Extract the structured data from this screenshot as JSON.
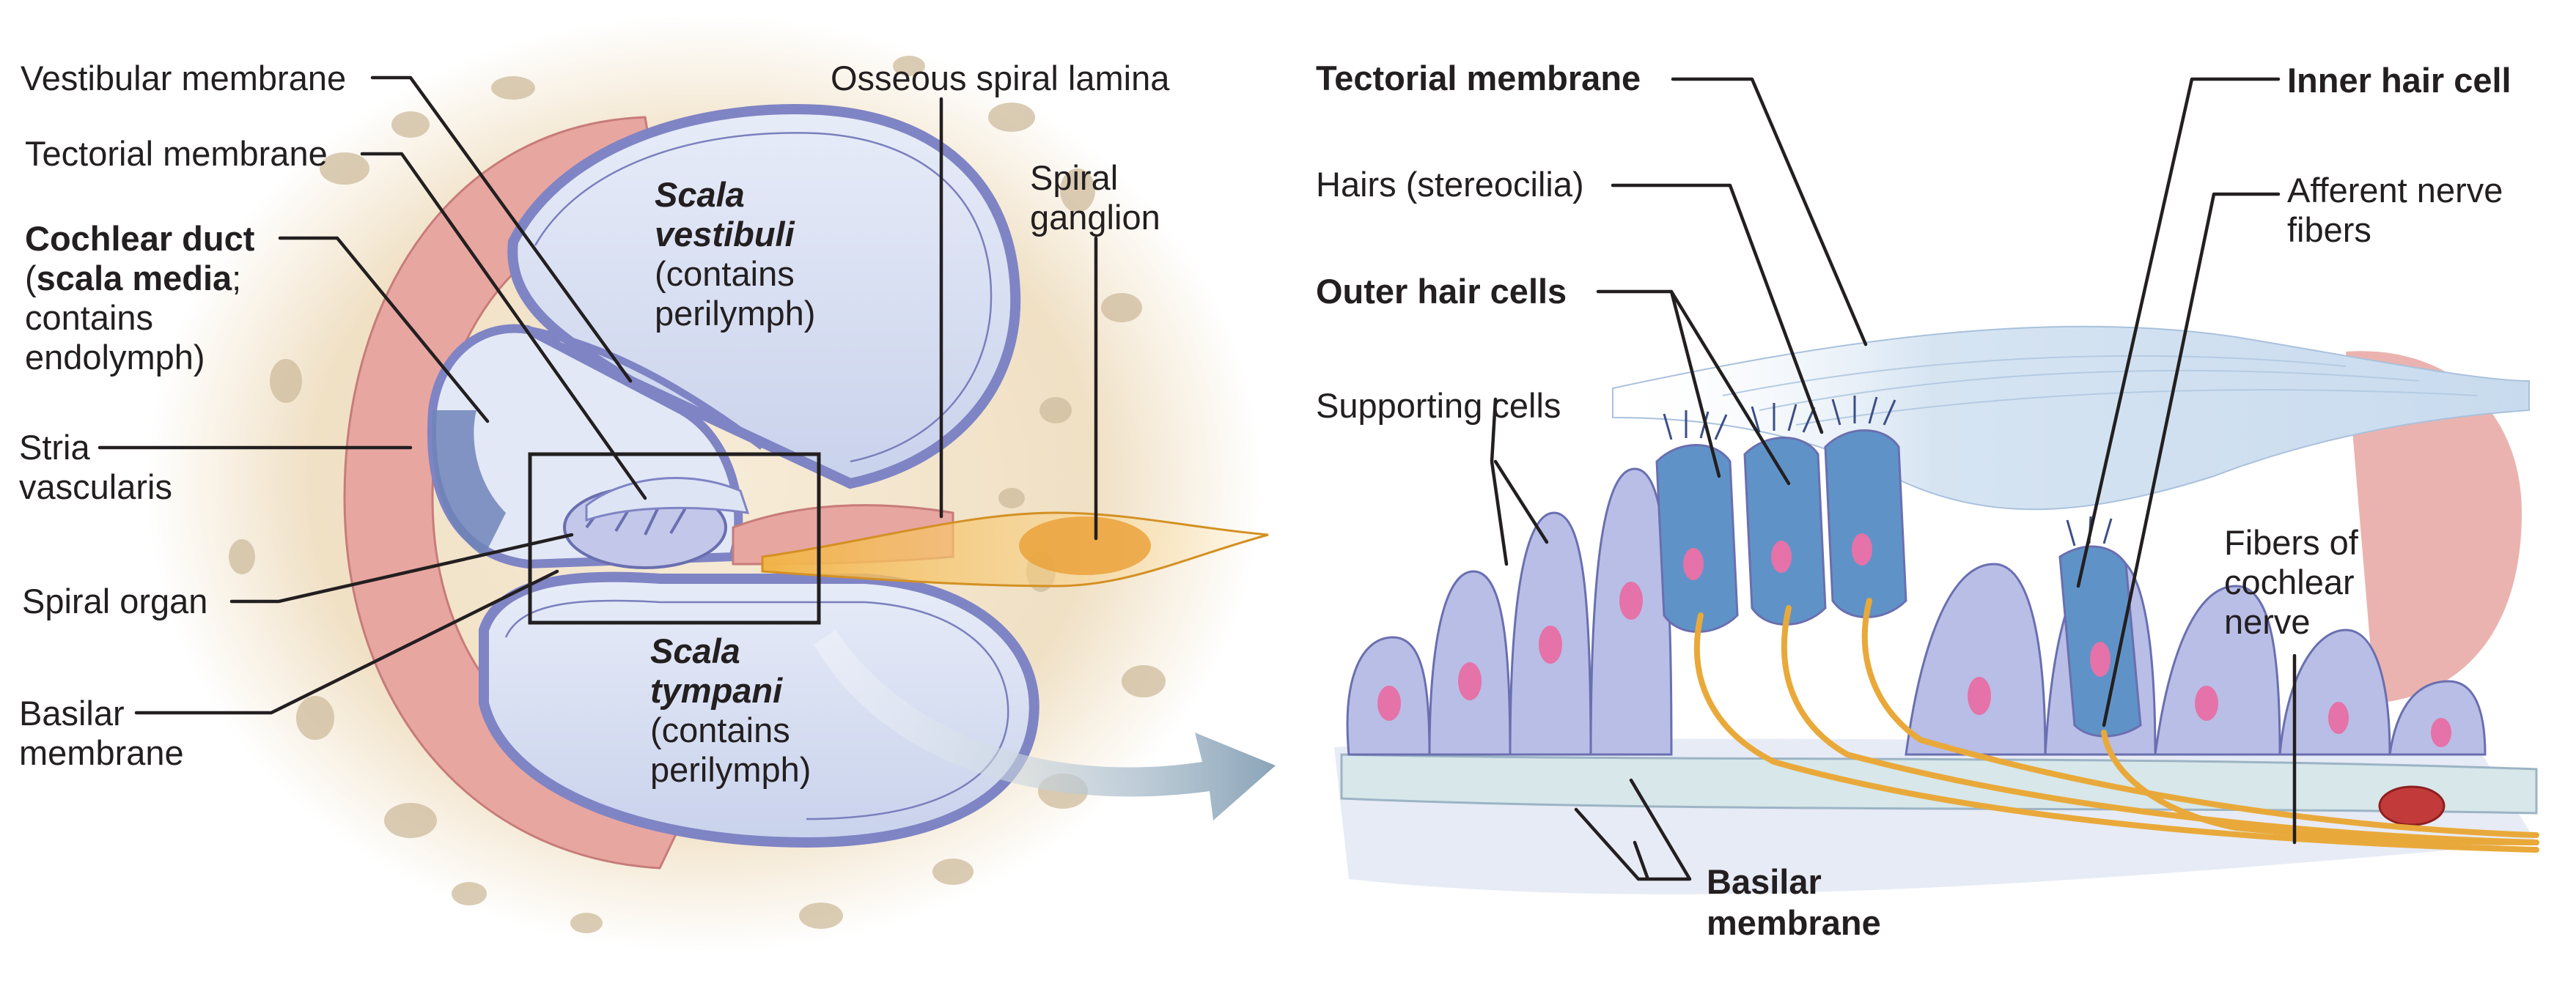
{
  "left_panel": {
    "vestibular_membrane": "Vestibular membrane",
    "tectorial_membrane": "Tectorial membrane",
    "cochlear_duct": {
      "line1_bold": "Cochlear duct",
      "line2_open": "(",
      "line2_bold": "scala media",
      "line2_rest": ";",
      "line3": "contains",
      "line4": "endolymph)"
    },
    "stria_vascularis": {
      "line1": "Stria",
      "line2": "vascularis"
    },
    "spiral_organ": "Spiral organ",
    "basilar_membrane": {
      "line1": "Basilar",
      "line2": "membrane"
    },
    "scala_vestibuli": {
      "line1": "Scala",
      "line2": "vestibuli",
      "line3": "(contains",
      "line4": "perilymph)"
    },
    "scala_tympani": {
      "line1": "Scala",
      "line2": "tympani",
      "line3": "(contains",
      "line4": "perilymph)"
    },
    "osseous_spiral_lamina": "Osseous spiral lamina",
    "spiral_ganglion": {
      "line1": "Spiral",
      "line2": "ganglion"
    }
  },
  "right_panel": {
    "tectorial_membrane": "Tectorial membrane",
    "hairs": "Hairs (stereocilia)",
    "outer_hair_cells": "Outer hair cells",
    "supporting_cells": "Supporting cells",
    "inner_hair_cell": "Inner hair cell",
    "afferent_nerve_fibers": {
      "line1": "Afferent nerve",
      "line2": "fibers"
    },
    "fibers_cochlear_nerve": {
      "line1": "Fibers of",
      "line2": "cochlear",
      "line3": "nerve"
    },
    "basilar_membrane": {
      "line1": "Basilar",
      "line2": "membrane"
    }
  },
  "colors": {
    "bone": "#f3e6cf",
    "bone_pore": "#cdbb9c",
    "stria": "#e8a6a1",
    "chamber": "#dfe6f4",
    "membrane": "#9aa0d6",
    "cell": "#b8bee6",
    "hair_cell": "#5f93c8",
    "nucleus": "#e572a8",
    "nerve": "#e9a93a",
    "arrow": "#9fb3c2"
  }
}
